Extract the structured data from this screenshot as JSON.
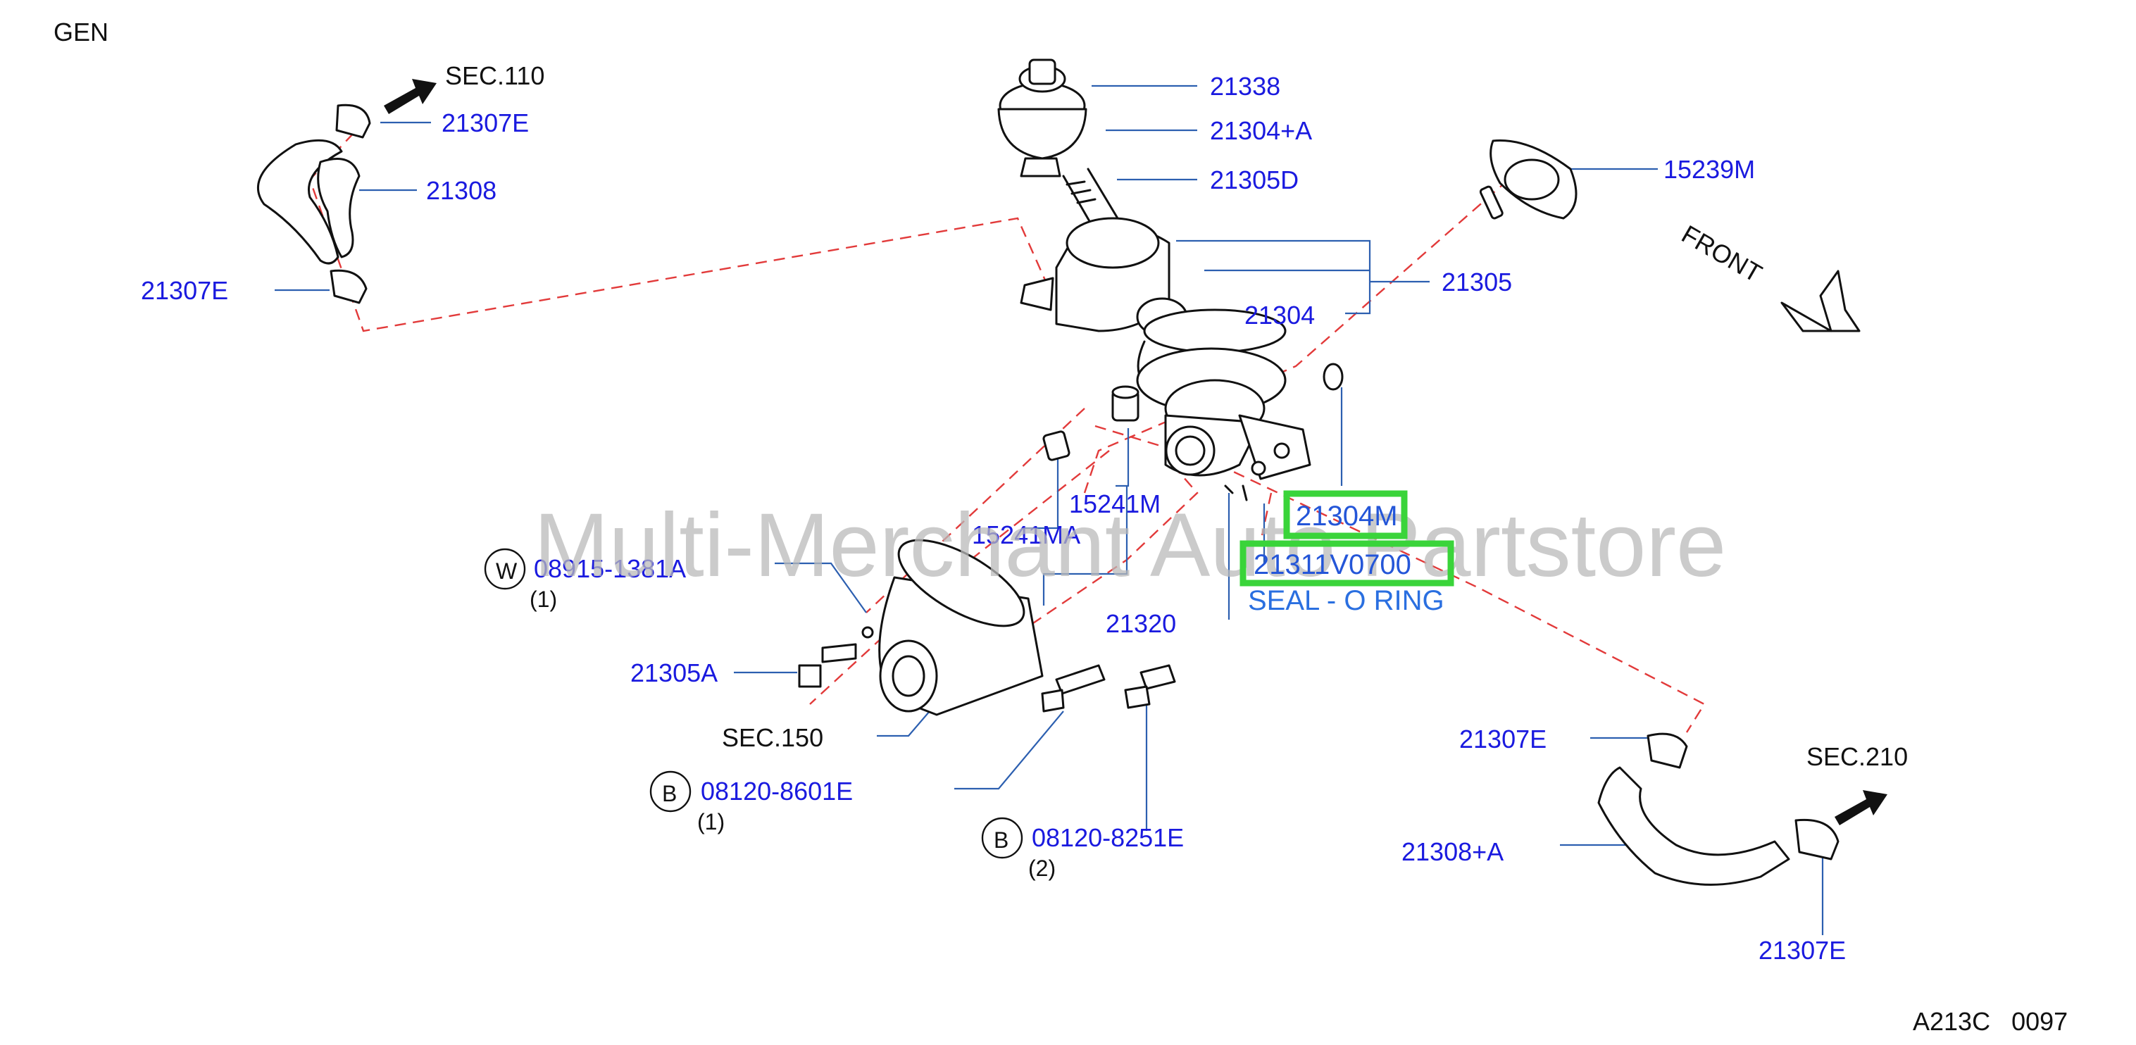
{
  "header": {
    "section_code": "GEN"
  },
  "footer": {
    "figure_code": "A213C   0097"
  },
  "watermark": "Multi-Merchant Auto Partstore",
  "orientation_label": "FRONT",
  "sections": {
    "sec110": "SEC.110",
    "sec150": "SEC.150",
    "sec210": "SEC.210"
  },
  "parts": {
    "p21338": "21338",
    "p21304A": "21304+A",
    "p21305D": "21305D",
    "p15239M": "15239M",
    "p21305": "21305",
    "p21304": "21304",
    "p21307E_top": "21307E",
    "p21308": "21308",
    "p21307E_left": "21307E",
    "p15241M": "15241M",
    "p15241MA": "15241MA",
    "p21320": "21320",
    "p21305A": "21305A",
    "p21307E_right": "21307E",
    "p21308A": "21308+A",
    "p21307E_bottom": "21307E"
  },
  "fasteners": {
    "w08915": {
      "symbol": "W",
      "code": "08915-1381A",
      "qty": "(1)"
    },
    "b08120_8601": {
      "symbol": "B",
      "code": "08120-8601E",
      "qty": "(1)"
    },
    "b08120_8251": {
      "symbol": "B",
      "code": "08120-8251E",
      "qty": "(2)"
    }
  },
  "highlighted": {
    "p21304M": "21304M",
    "p21311V0700": "21311V0700",
    "description": "SEAL - O RING",
    "highlight_color": "#3ad43a"
  },
  "colors": {
    "part_label": "#1a1adf",
    "leader_line": "#2c5fb0",
    "dashed_line": "#e23a3a"
  }
}
